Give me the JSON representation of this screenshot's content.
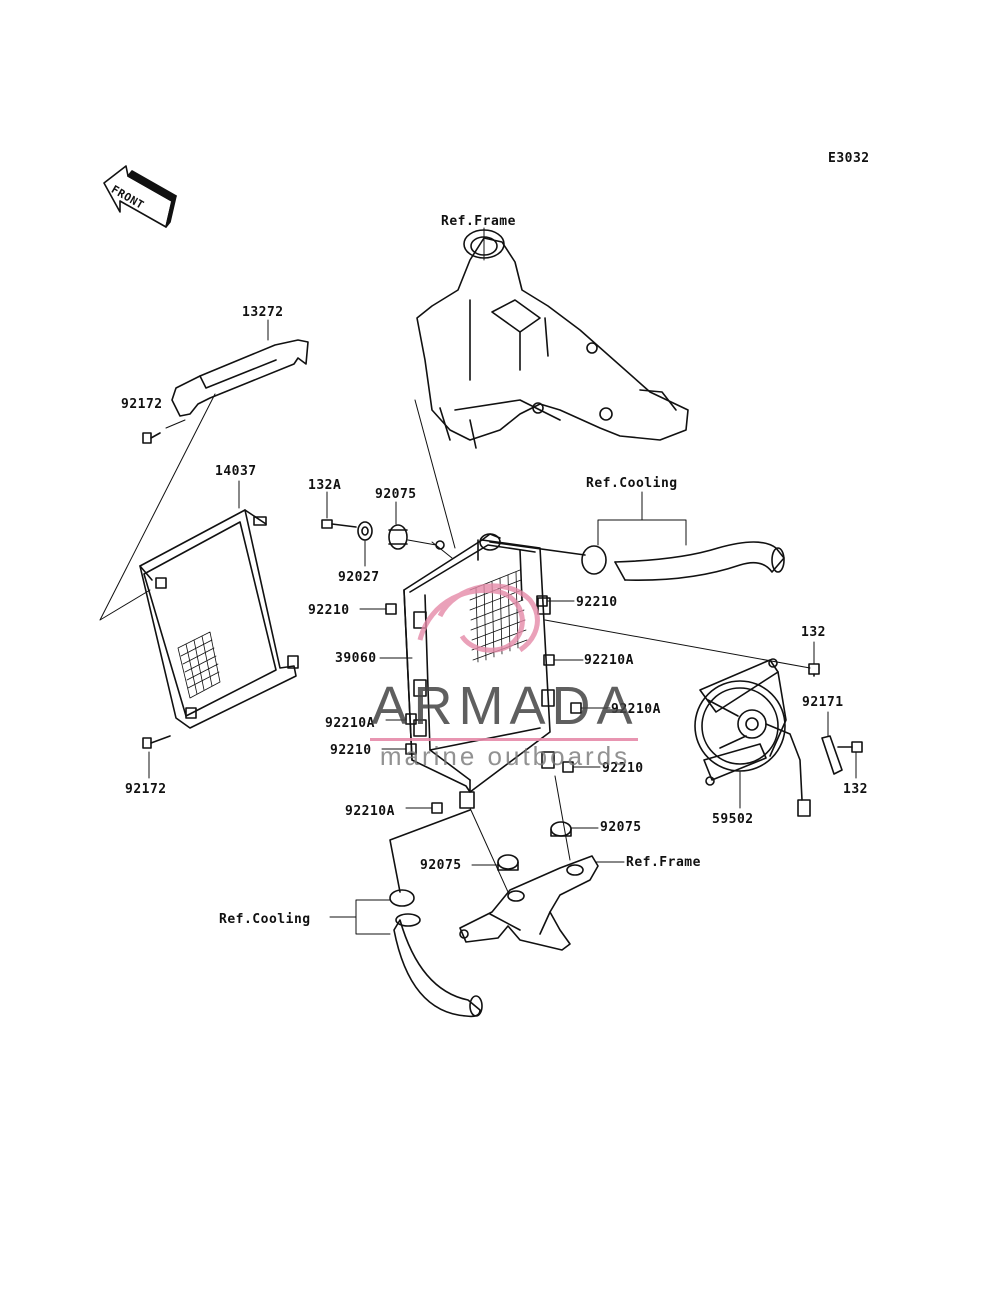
{
  "diagram": {
    "code": "E3032",
    "front_label": "FRONT",
    "labels": {
      "ref_frame_top": "Ref.Frame",
      "p13272": "13272",
      "p92172_top": "92172",
      "p14037": "14037",
      "p92172_bottom": "92172",
      "p132A": "132A",
      "p92075_top": "92075",
      "p92027": "92027",
      "ref_cooling_top": "Ref.Cooling",
      "p92210_l1": "92210",
      "p92210_r1": "92210",
      "p39060": "39060",
      "p92210A_r1": "92210A",
      "p132_top": "132",
      "p92210A_l1": "92210A",
      "p92210A_r2": "92210A",
      "p92171": "92171",
      "p92210_l2": "92210",
      "p92210_r2": "92210",
      "p132_bottom": "132",
      "p59502": "59502",
      "p92210A_l2": "92210A",
      "p92075_right": "92075",
      "p92075_bottom": "92075",
      "ref_frame_bottom": "Ref.Frame",
      "ref_cooling_bottom": "Ref.Cooling"
    }
  },
  "watermark": {
    "brand": "ARMADA",
    "sub": "marine outboards",
    "accent_color": "#e58aa8"
  }
}
